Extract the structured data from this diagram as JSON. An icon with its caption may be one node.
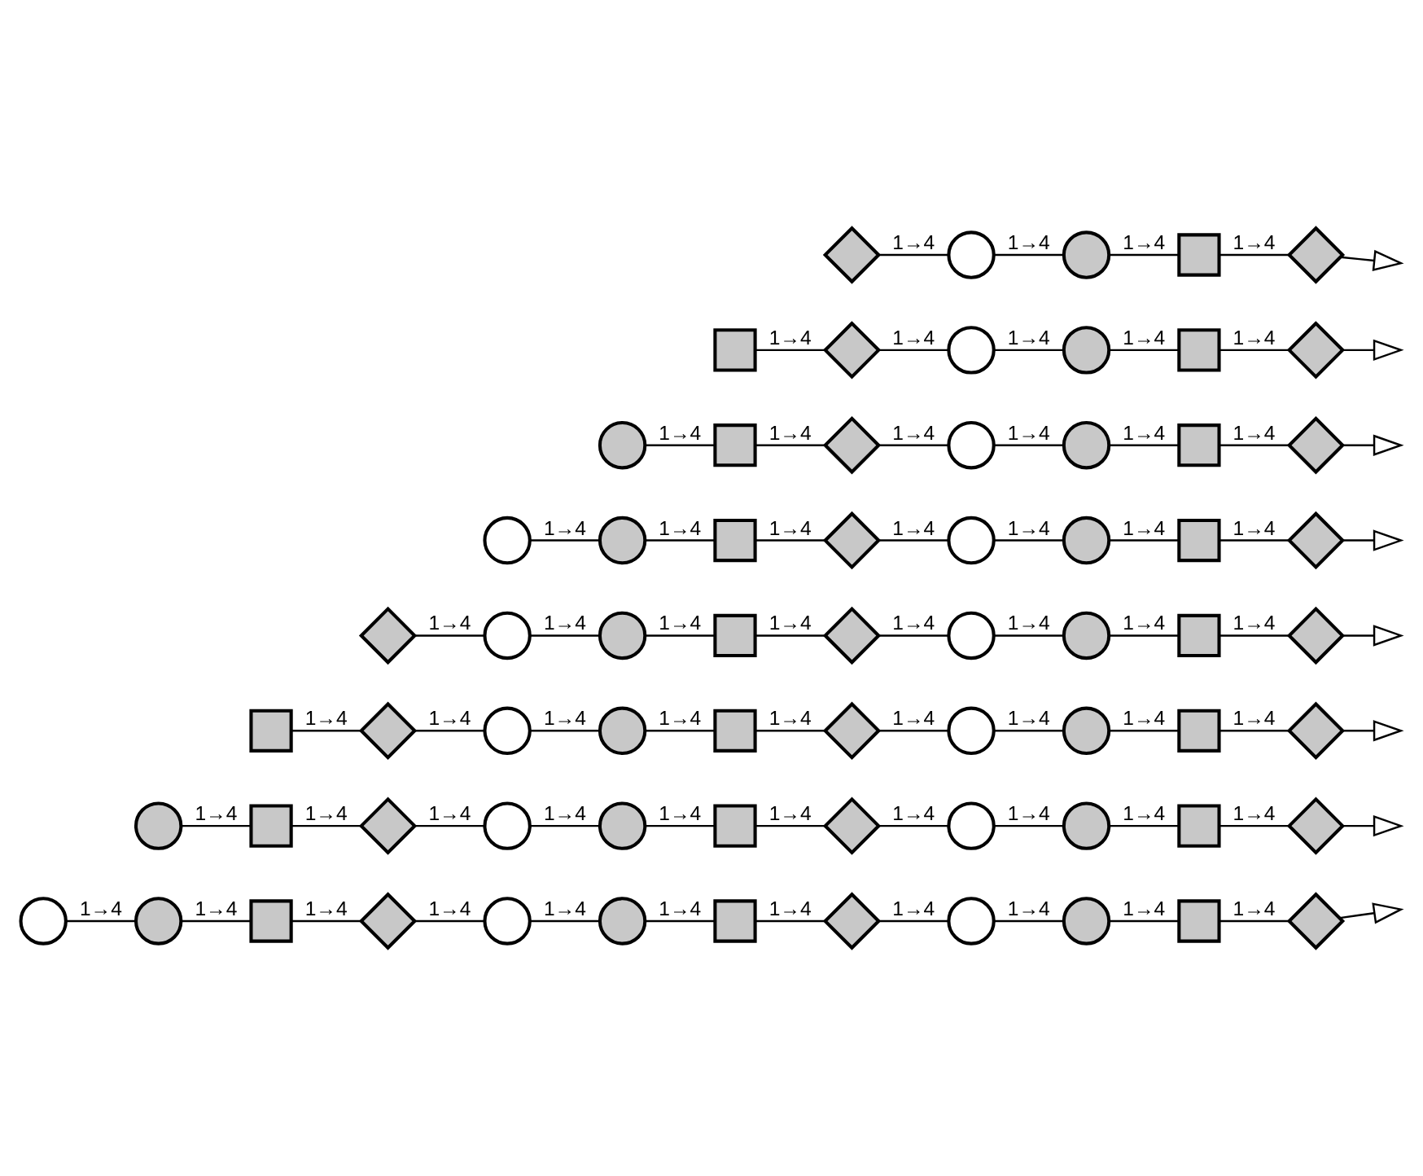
{
  "diagram": {
    "nodes": [
      {
        "text": [],
        "shape": "diamond"
      },
      {
        "text": [],
        "shape": "circle"
      },
      {
        "text": [],
        "shape": "circle"
      },
      {
        "text": [],
        "shape": "box"
      },
      {
        "text": [],
        "shape": "diamond"
      },
      {
        "text": [],
        "shape": "box"
      },
      {
        "text": [],
        "shape": "diamond"
      },
      {
        "text": [],
        "shape": "circle"
      },
      {
        "text": [],
        "shape": "circle"
      },
      {
        "text": [],
        "shape": "box"
      },
      {
        "text": [],
        "shape": "diamond"
      },
      {
        "text": [],
        "shape": "circle"
      },
      {
        "text": [],
        "shape": "box"
      },
      {
        "text": [],
        "shape": "diamond"
      },
      {
        "text": [],
        "shape": "circle"
      },
      {
        "text": [],
        "shape": "circle"
      },
      {
        "text": [],
        "shape": "box"
      },
      {
        "text": [],
        "shape": "diamond"
      },
      {
        "text": [],
        "shape": "circle"
      },
      {
        "text": [],
        "shape": "circle"
      },
      {
        "text": [],
        "shape": "box"
      },
      {
        "text": [],
        "shape": "diamond"
      },
      {
        "text": [],
        "shape": "circle"
      },
      {
        "text": [],
        "shape": "circle"
      },
      {
        "text": [],
        "shape": "box"
      },
      {
        "text": [],
        "shape": "diamond"
      },
      {
        "text": [],
        "shape": "diamond"
      },
      {
        "text": [],
        "shape": "circle"
      },
      {
        "text": [],
        "shape": "circle"
      },
      {
        "text": [],
        "shape": "box"
      },
      {
        "text": [],
        "shape": "diamond"
      },
      {
        "text": [],
        "shape": "circle"
      },
      {
        "text": [],
        "shape": "circle"
      },
      {
        "text": [],
        "shape": "box"
      },
      {
        "text": [],
        "shape": "diamond"
      },
      {
        "text": [],
        "shape": "box"
      },
      {
        "text": [],
        "shape": "diamond"
      },
      {
        "text": [],
        "shape": "circle"
      },
      {
        "text": [],
        "shape": "circle"
      },
      {
        "text": [],
        "shape": "box"
      },
      {
        "text": [],
        "shape": "diamond"
      },
      {
        "text": [],
        "shape": "circle"
      },
      {
        "text": [],
        "shape": "circle"
      },
      {
        "text": [],
        "shape": "box"
      },
      {
        "text": [],
        "shape": "diamond"
      },
      {
        "text": [],
        "shape": "circle"
      },
      {
        "text": [],
        "shape": "box"
      },
      {
        "text": [],
        "shape": "diamond"
      },
      {
        "text": [],
        "shape": "circle"
      },
      {
        "text": [],
        "shape": "circle"
      },
      {
        "text": [],
        "shape": "box"
      },
      {
        "text": [],
        "shape": "diamond"
      },
      {
        "text": [],
        "shape": "circle"
      },
      {
        "text": [],
        "shape": "circle"
      },
      {
        "text": [],
        "shape": "box"
      },
      {
        "text": [],
        "shape": "diamond"
      },
      {
        "text": [],
        "shape": "circle"
      },
      {
        "text": [],
        "shape": "circle"
      },
      {
        "text": [],
        "shape": "box"
      },
      {
        "text": [],
        "shape": "diamond"
      },
      {
        "text": [],
        "shape": "circle"
      },
      {
        "text": [],
        "shape": "circle"
      },
      {
        "text": [],
        "shape": "box"
      },
      {
        "text": [],
        "shape": "diamond"
      },
      {
        "text": [],
        "shape": "circle"
      },
      {
        "text": [],
        "shape": "circle"
      },
      {
        "text": [],
        "shape": "box"
      },
      {
        "text": [],
        "shape": "diamond"
      }
    ],
    "edges": [
      {
        "from": 0,
        "to": 1,
        "arrow": "none",
        "label": "1→4"
      },
      {
        "from": 1,
        "to": 2,
        "arrow": "none",
        "label": "1→4"
      },
      {
        "from": 2,
        "to": 3,
        "arrow": "none",
        "label": "1→4"
      },
      {
        "from": 3,
        "to": 4,
        "arrow": "none",
        "label": "1→4"
      },
      {
        "from": 4,
        "to": null,
        "arrow": "to"
      },
      {
        "from": 5,
        "to": 6,
        "arrow": "none",
        "label": "1→4"
      },
      {
        "from": 6,
        "to": 7,
        "arrow": "none",
        "label": "1→4"
      },
      {
        "from": 7,
        "to": 8,
        "arrow": "none",
        "label": "1→4"
      },
      {
        "from": 8,
        "to": 9,
        "arrow": "none",
        "label": "1→4"
      },
      {
        "from": 9,
        "to": 10,
        "arrow": "none",
        "label": "1→4"
      },
      {
        "from": 10,
        "to": null,
        "arrow": "to"
      },
      {
        "from": 11,
        "to": 12,
        "arrow": "none",
        "label": "1→4"
      },
      {
        "from": 12,
        "to": 13,
        "arrow": "none",
        "label": "1→4"
      },
      {
        "from": 13,
        "to": 14,
        "arrow": "none",
        "label": "1→4"
      },
      {
        "from": 14,
        "to": 15,
        "arrow": "none",
        "label": "1→4"
      },
      {
        "from": 15,
        "to": 16,
        "arrow": "none",
        "label": "1→4"
      },
      {
        "from": 16,
        "to": 17,
        "arrow": "none",
        "label": "1→4"
      },
      {
        "from": 17,
        "to": null,
        "arrow": "to"
      },
      {
        "from": 18,
        "to": 19,
        "arrow": "none",
        "label": "1→4"
      },
      {
        "from": 19,
        "to": 20,
        "arrow": "none",
        "label": "1→4"
      },
      {
        "from": 20,
        "to": 21,
        "arrow": "none",
        "label": "1→4"
      },
      {
        "from": 21,
        "to": 22,
        "arrow": "none",
        "label": "1→4"
      },
      {
        "from": 22,
        "to": 23,
        "arrow": "none",
        "label": "1→4"
      },
      {
        "from": 23,
        "to": 24,
        "arrow": "none",
        "label": "1→4"
      },
      {
        "from": 24,
        "to": 25,
        "arrow": "none",
        "label": "1→4"
      },
      {
        "from": 25,
        "to": null,
        "arrow": "to"
      },
      {
        "from": 26,
        "to": 27,
        "arrow": "none",
        "label": "1→4"
      },
      {
        "from": 27,
        "to": 28,
        "arrow": "none",
        "label": "1→4"
      },
      {
        "from": 28,
        "to": 29,
        "arrow": "none",
        "label": "1→4"
      },
      {
        "from": 29,
        "to": 30,
        "arrow": "none",
        "label": "1→4"
      },
      {
        "from": 30,
        "to": 31,
        "arrow": "none",
        "label": "1→4"
      },
      {
        "from": 31,
        "to": 32,
        "arrow": "none",
        "label": "1→4"
      },
      {
        "from": 32,
        "to": 33,
        "arrow": "none",
        "label": "1→4"
      },
      {
        "from": 33,
        "to": 34,
        "arrow": "none",
        "label": "1→4"
      },
      {
        "from": 34,
        "to": null,
        "arrow": "to"
      },
      {
        "from": 35,
        "to": 36,
        "arrow": "none",
        "label": "1→4"
      },
      {
        "from": 36,
        "to": 37,
        "arrow": "none",
        "label": "1→4"
      },
      {
        "from": 37,
        "to": 38,
        "arrow": "none",
        "label": "1→4"
      },
      {
        "from": 38,
        "to": 39,
        "arrow": "none",
        "label": "1→4"
      },
      {
        "from": 39,
        "to": 40,
        "arrow": "none",
        "label": "1→4"
      },
      {
        "from": 40,
        "to": 41,
        "arrow": "none",
        "label": "1→4"
      },
      {
        "from": 41,
        "to": 42,
        "arrow": "none",
        "label": "1→4"
      },
      {
        "from": 42,
        "to": 43,
        "arrow": "none",
        "label": "1→4"
      },
      {
        "from": 43,
        "to": 44,
        "arrow": "none",
        "label": "1→4"
      },
      {
        "from": 44,
        "to": null,
        "arrow": "to"
      },
      {
        "from": 45,
        "to": 46,
        "arrow": "none",
        "label": "1→4"
      },
      {
        "from": 46,
        "to": 47,
        "arrow": "none",
        "label": "1→4"
      },
      {
        "from": 47,
        "to": 48,
        "arrow": "none",
        "label": "1→4"
      },
      {
        "from": 48,
        "to": 49,
        "arrow": "none",
        "label": "1→4"
      },
      {
        "from": 49,
        "to": 50,
        "arrow": "none",
        "label": "1→4"
      },
      {
        "from": 50,
        "to": 51,
        "arrow": "none",
        "label": "1→4"
      },
      {
        "from": 51,
        "to": 52,
        "arrow": "none",
        "label": "1→4"
      },
      {
        "from": 52,
        "to": 53,
        "arrow": "none",
        "label": "1→4"
      },
      {
        "from": 53,
        "to": 54,
        "arrow": "none",
        "label": "1→4"
      },
      {
        "from": 54,
        "to": 55,
        "arrow": "none",
        "label": "1→4"
      },
      {
        "from": 55,
        "to": null,
        "arrow": "to"
      },
      {
        "from": 56,
        "to": 57,
        "arrow": "none",
        "label": "1→4"
      },
      {
        "from": 57,
        "to": 58,
        "arrow": "none",
        "label": "1→4"
      },
      {
        "from": 58,
        "to": 59,
        "arrow": "none",
        "label": "1→4"
      },
      {
        "from": 59,
        "to": 60,
        "arrow": "none",
        "label": "1→4"
      },
      {
        "from": 60,
        "to": 61,
        "arrow": "none",
        "label": "1→4"
      },
      {
        "from": 61,
        "to": 62,
        "arrow": "none",
        "label": "1→4"
      },
      {
        "from": 62,
        "to": 63,
        "arrow": "none",
        "label": "1→4"
      },
      {
        "from": 63,
        "to": 64,
        "arrow": "none",
        "label": "1→4"
      },
      {
        "from": 64,
        "to": 65,
        "arrow": "none",
        "label": "1→4"
      },
      {
        "from": 65,
        "to": 66,
        "arrow": "none",
        "label": "1→4"
      },
      {
        "from": 66,
        "to": 67,
        "arrow": "none",
        "label": "1→4"
      },
      {
        "from": 67,
        "to": null,
        "arrow": "to"
      }
    ]
  }
}
